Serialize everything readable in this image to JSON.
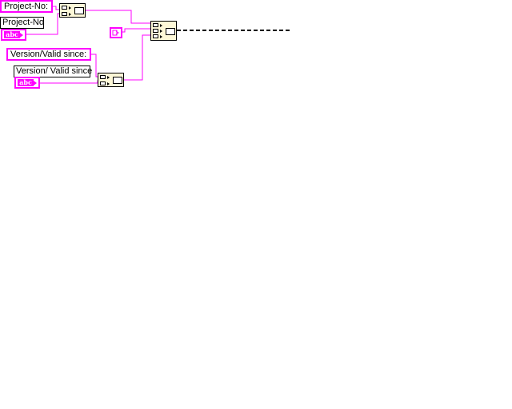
{
  "diagram": {
    "string_constants": [
      {
        "id": "project-no-const",
        "text": "Project-No:"
      },
      {
        "id": "version-valid-const",
        "text": "Version/Valid since:"
      }
    ],
    "control_labels": [
      {
        "id": "project-no-label",
        "text": "Project-No"
      },
      {
        "id": "version-valid-label",
        "text": "Version/ Valid since"
      }
    ],
    "terminal_glyph": "abc",
    "colors": {
      "string_wire": "#ff00ff",
      "node_fill": "#fdf8d8",
      "dashed_wire": "#000000"
    },
    "icons": [
      "concatenate-strings-2-icon",
      "concatenate-strings-3-icon",
      "string-terminal-icon",
      "enum-constant-icon"
    ]
  }
}
